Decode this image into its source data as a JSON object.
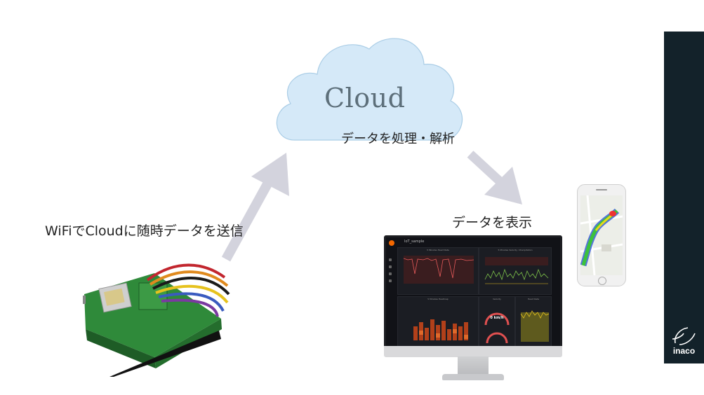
{
  "cloud": {
    "title": "Cloud",
    "subtitle": "データを処理・解析"
  },
  "upload_caption": "WiFiでCloudに随時データを送信",
  "display_caption": "データを表示",
  "brand": {
    "logo_text": "inaco"
  },
  "dashboard": {
    "title": "IoT_sample",
    "panels": [
      {
        "title": "5 Minutes Heart Rate"
      },
      {
        "title": "5 Minutes Velocity / Precipitation"
      },
      {
        "title": "5 Minutes Heatmap"
      },
      {
        "title": "Velocity"
      },
      {
        "title": "Heart Rate"
      }
    ],
    "gauge_value": "0 km/h"
  },
  "colors": {
    "cloud_fill": "#d5e9f8",
    "arrow": "#d3d3dd",
    "sidebar": "#13222a",
    "dashboard_bg": "#111217"
  },
  "icons": [
    "cloud-icon",
    "up-arrow-icon",
    "down-arrow-icon",
    "monitor-icon",
    "phone-icon",
    "gps-board-icon",
    "inaco-logo-icon"
  ]
}
